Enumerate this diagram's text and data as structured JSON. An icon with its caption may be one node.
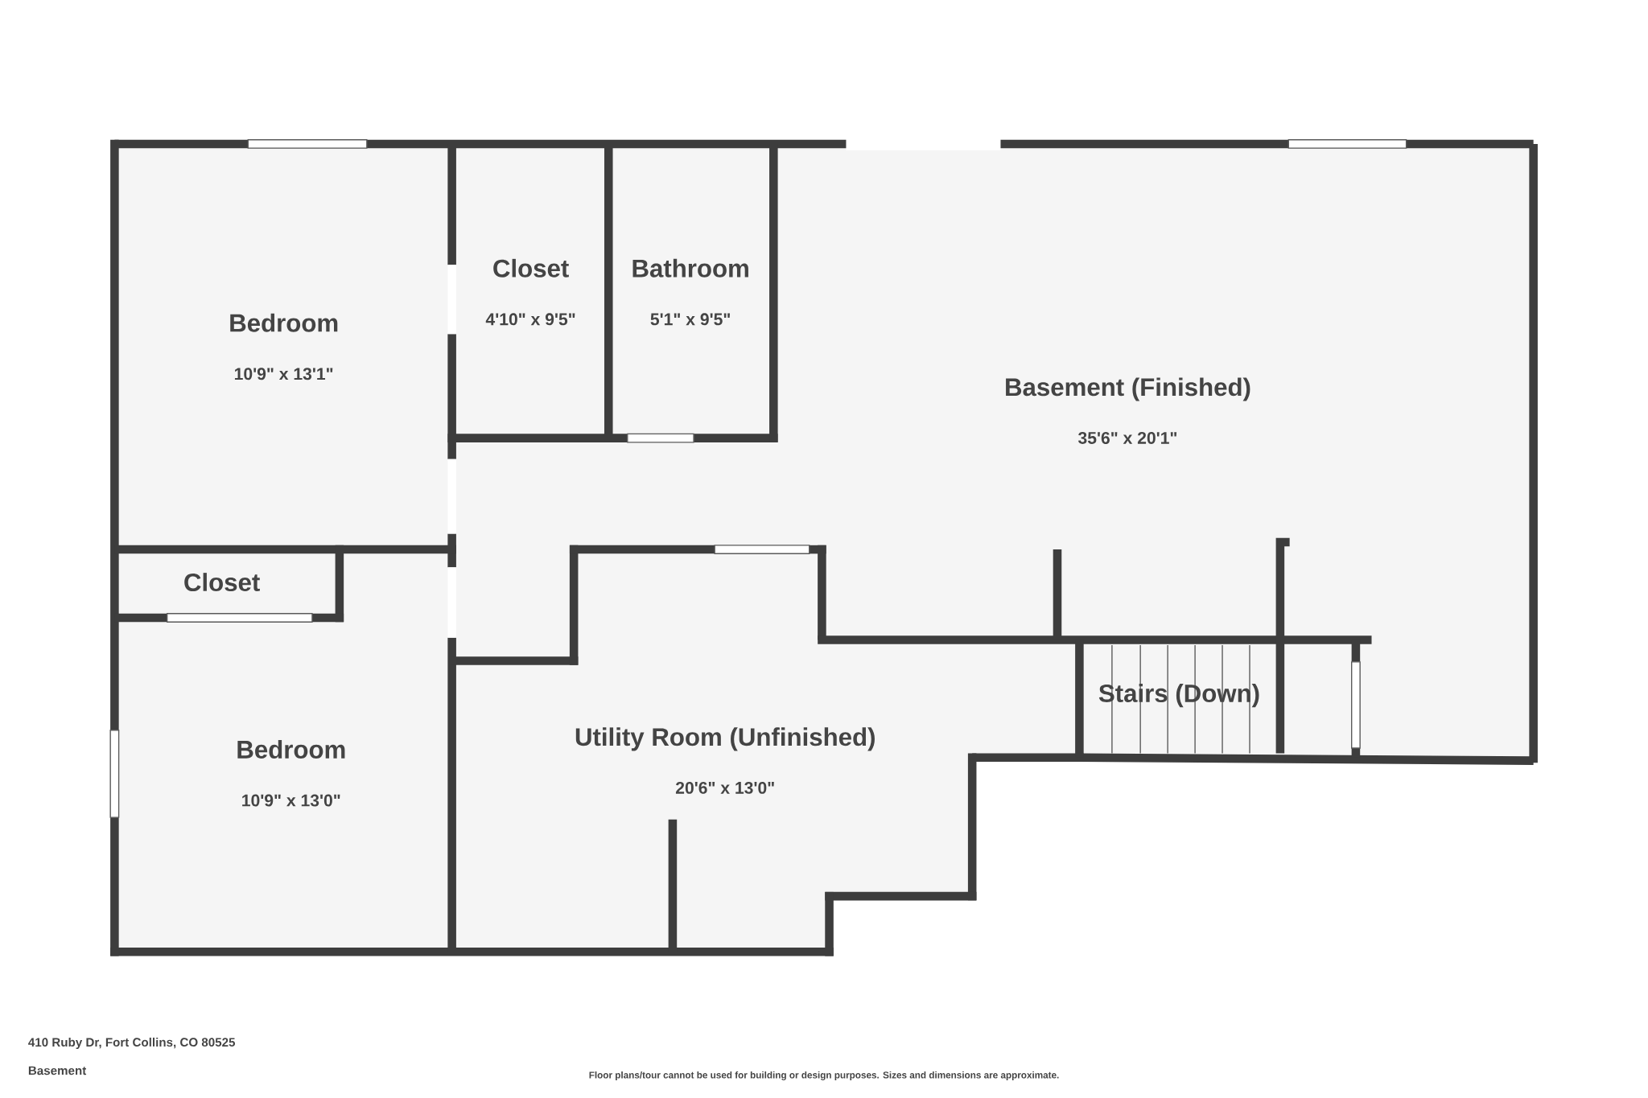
{
  "diagram": {
    "nodes": [
      {
        "text": [
          "Bedroom",
          "10'9\" x 13'1\""
        ]
      },
      {
        "text": [
          "Closet",
          "4'10\" x 9'5\""
        ]
      },
      {
        "text": [
          "Bathroom",
          "5'1\" x 9'5\""
        ]
      },
      {
        "text": [
          "Basement (Finished)",
          "35'6\" x 20'1\""
        ]
      },
      {
        "text": [
          "Closet"
        ]
      },
      {
        "text": [
          "Bedroom",
          "10'9\" x 13'0\""
        ]
      },
      {
        "text": [
          "Utility Room (Unfinished)",
          "20'6\" x 13'0\""
        ]
      },
      {
        "text": [
          "Stairs (Down)"
        ]
      }
    ],
    "labels": [
      "410 Ruby Dr, Fort Collins, CO 80525",
      "Basement",
      "Floor plans/tour cannot be used for building or design purposes. Sizes and dimensions are approximate."
    ]
  }
}
